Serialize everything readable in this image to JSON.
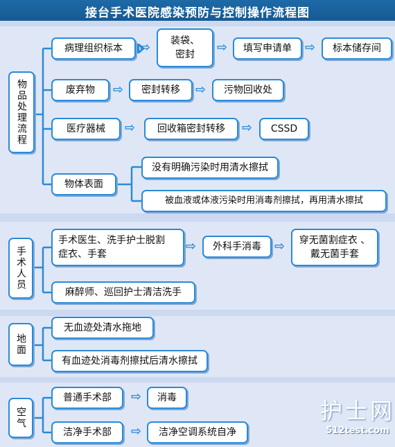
{
  "title": "接台手术医院感染预防与控制操作流程图",
  "colors": {
    "title_bg": "#1d6aa7",
    "box_border": "#2b8ad6",
    "connector": "#2b8ad6",
    "background": "#cdd9f0"
  },
  "sections": {
    "items": {
      "label": "物品处理流程",
      "rows": {
        "tissue": {
          "label": "病理组织标本",
          "step1": "装袋、\n密封",
          "step2": "填写申请单",
          "step3": "标本储存间"
        },
        "waste": {
          "label": "废弃物",
          "step1": "密封转移",
          "step2": "污物回收处"
        },
        "instruments": {
          "label": "医疗器械",
          "step1": "回收箱密封转移",
          "step2": "CSSD"
        },
        "surface": {
          "label": "物体表面",
          "opt1": "没有明确污染时用清水擦拭",
          "opt2": "被血液或体液污染时用消毒剂擦拭，再用清水擦拭"
        }
      }
    },
    "staff": {
      "label": "手术人员",
      "surgeon": "手术医生、洗手护士脱割\n症衣、手套",
      "surgeon_step1": "外科手消毒",
      "surgeon_step2": "穿无菌割症衣 、\n戴无菌手套",
      "anesthesia": "麻醉师、巡回护士清洁洗手"
    },
    "floor": {
      "label": "地面",
      "no_blood": "无血迹处清水拖地",
      "blood": "有血迹处消毒剂擦拭后清水擦拭"
    },
    "air": {
      "label": "空气",
      "normal": "普通手术部",
      "normal_step": "消毒",
      "clean": "洁净手术部",
      "clean_step": "洁净空调系统自净"
    }
  },
  "watermark": {
    "logo": "护士网",
    "url": "512test.com"
  }
}
